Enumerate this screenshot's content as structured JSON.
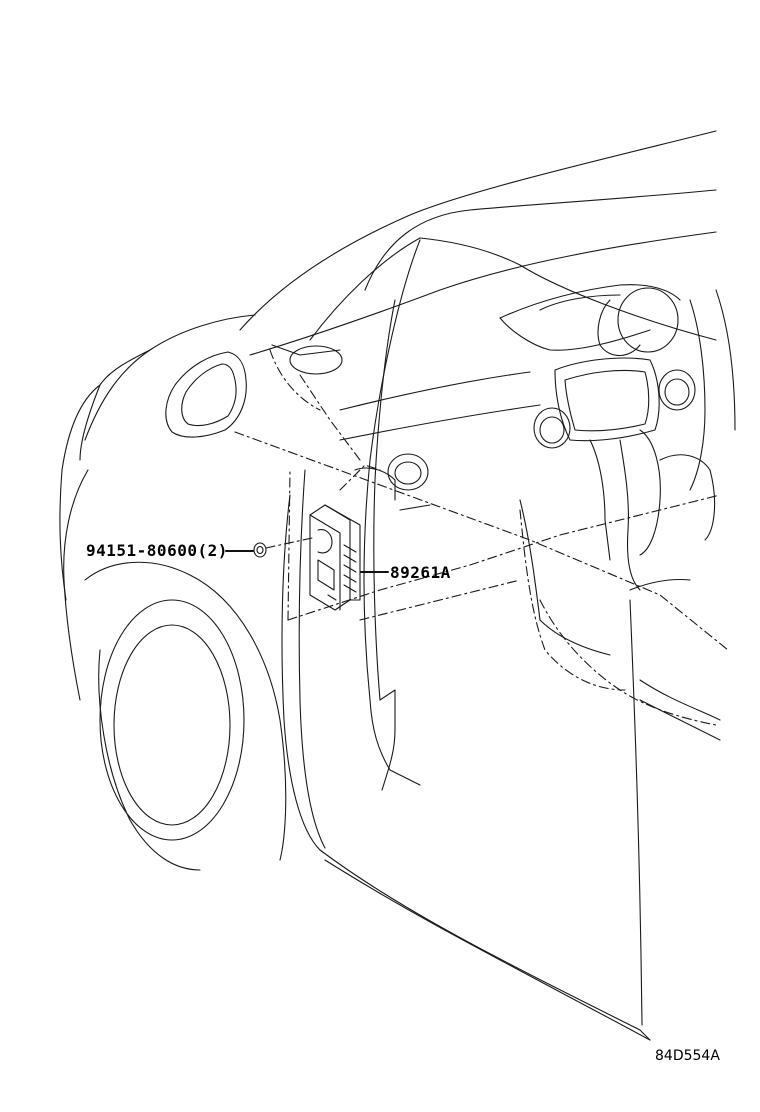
{
  "callouts": [
    {
      "part_number": "94151-80600",
      "quantity": "(2)"
    },
    {
      "part_number": "89261A"
    }
  ],
  "drawing_id": "84D554A"
}
